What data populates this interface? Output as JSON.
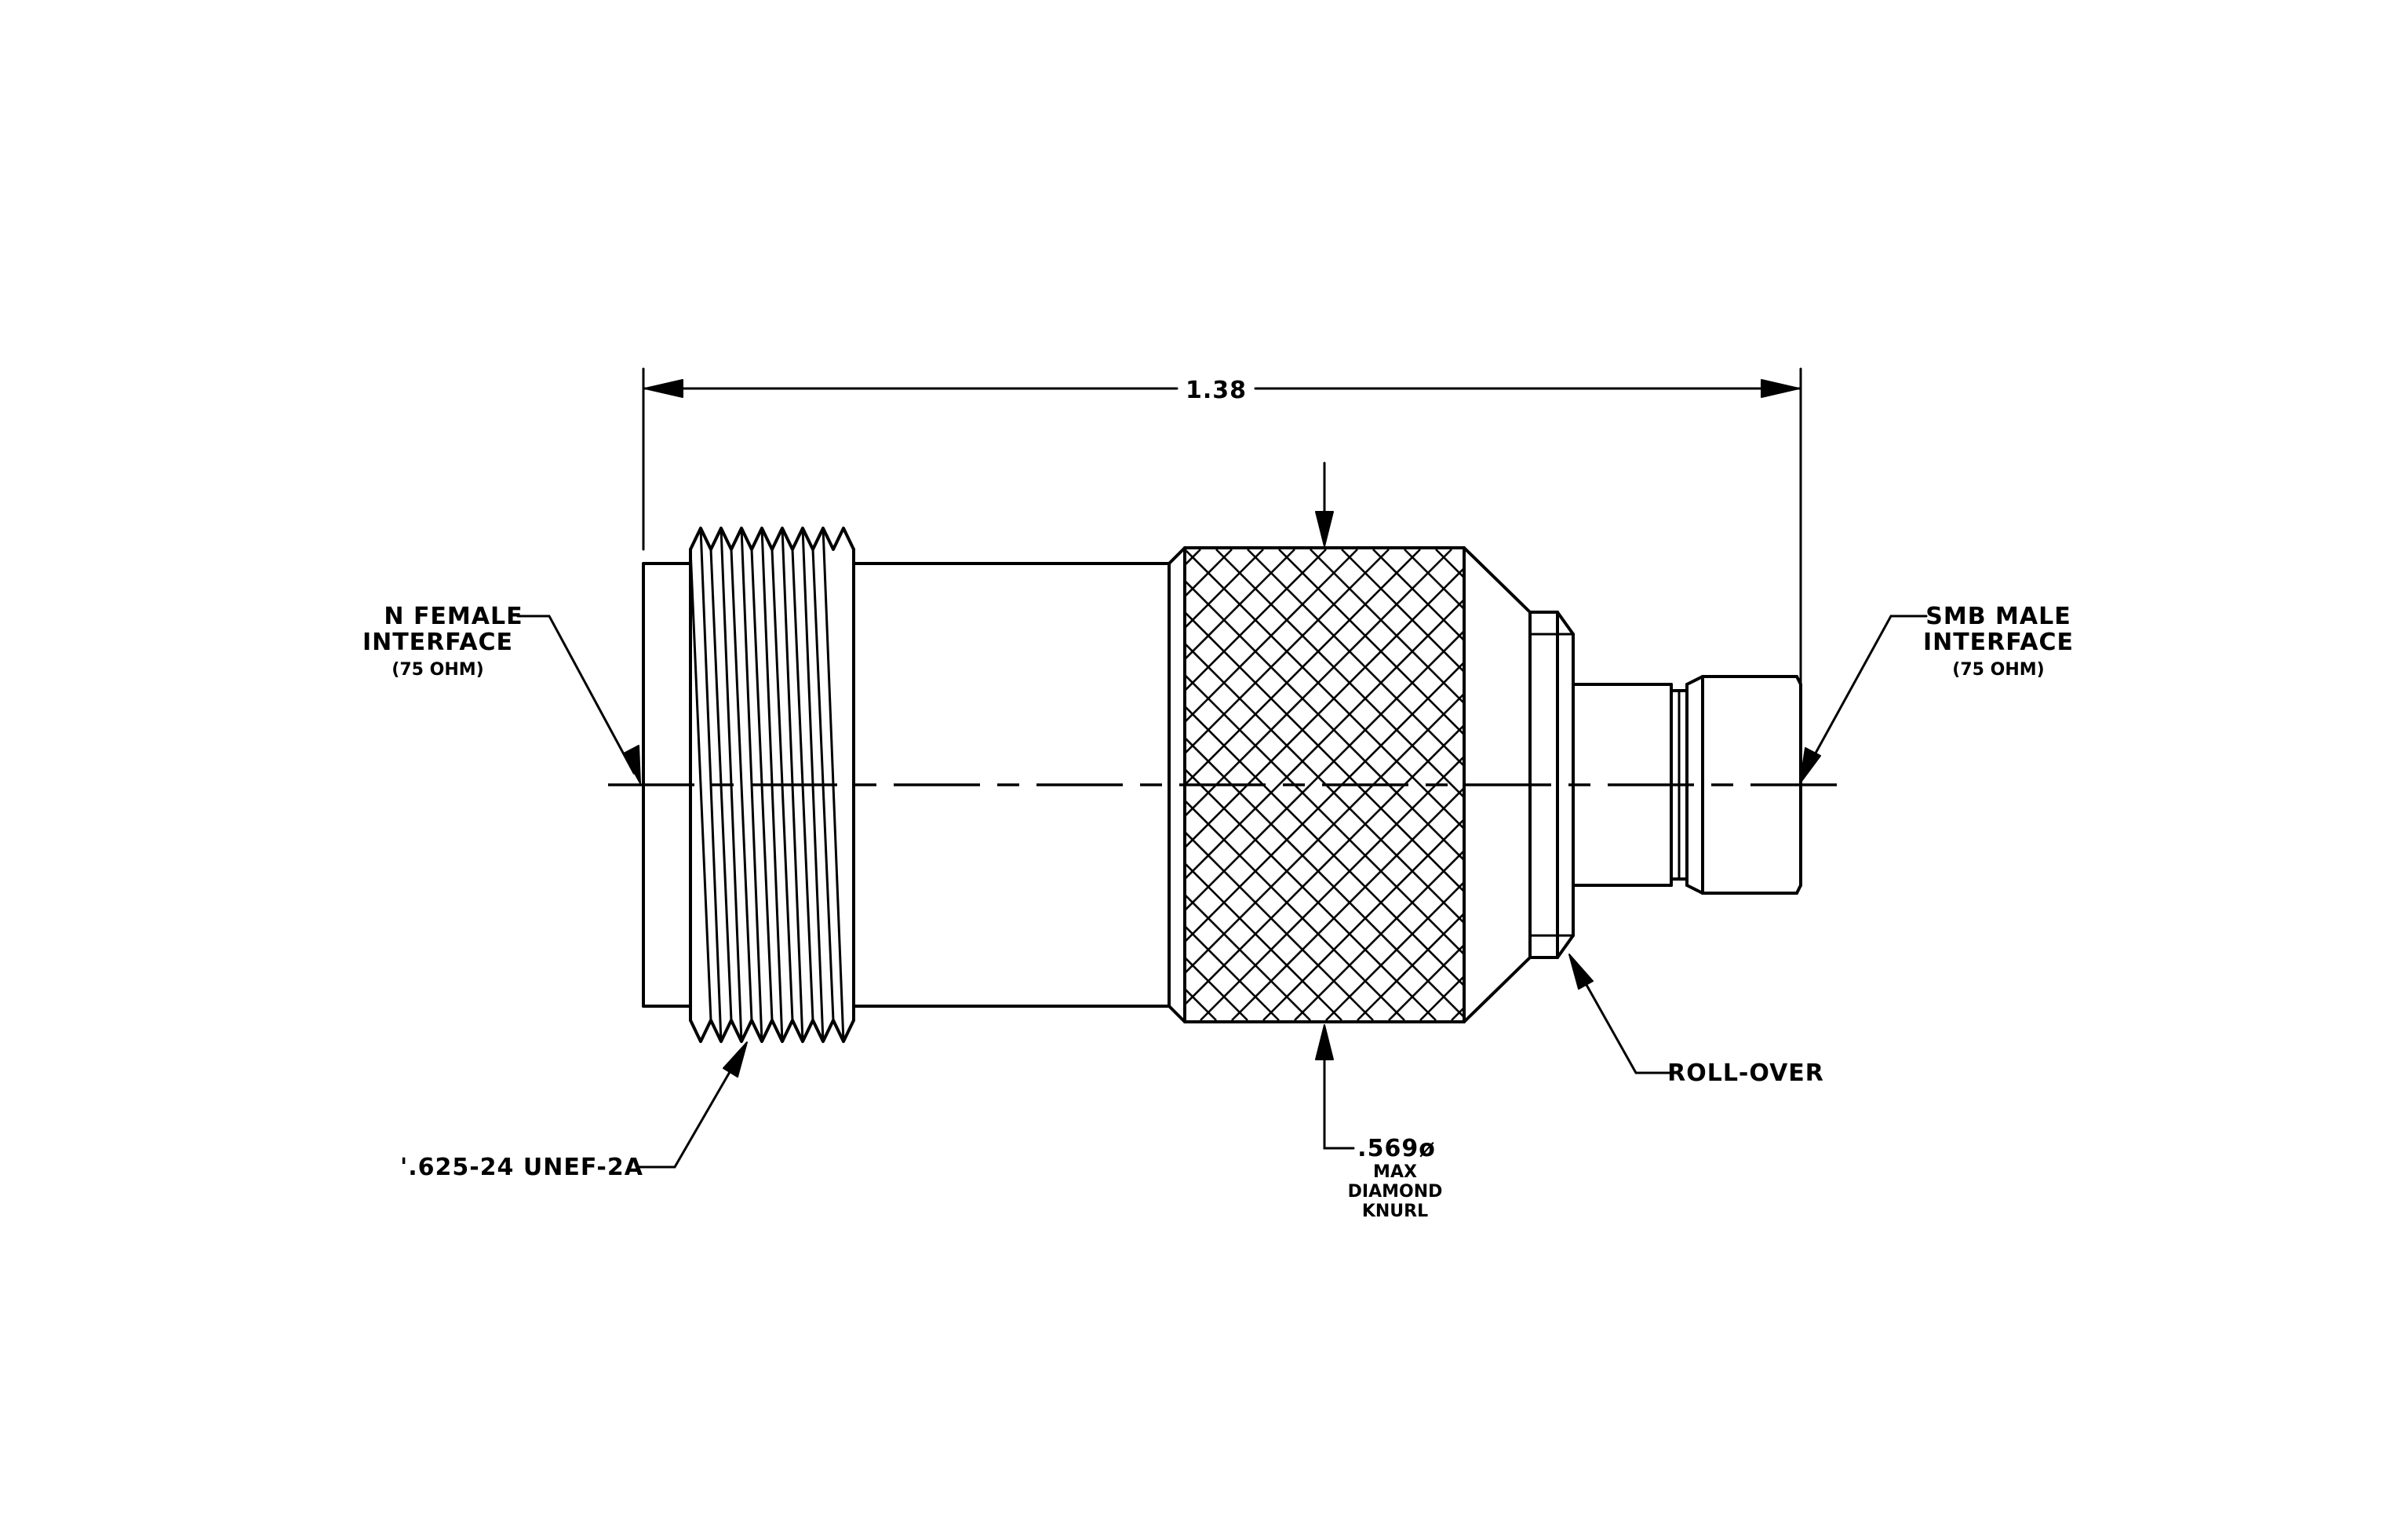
{
  "dimensions": {
    "overall_length": "1.38"
  },
  "callouts": {
    "n_female": {
      "line1": "N FEMALE",
      "line2": "INTERFACE",
      "line3": "(75 OHM)"
    },
    "smb_male": {
      "line1": "SMB MALE",
      "line2": "INTERFACE",
      "line3": "(75 OHM)"
    },
    "thread": "'.625-24 UNEF-2A",
    "rollover": "ROLL-OVER",
    "knurl": {
      "line1": ".569ø",
      "line2": "MAX",
      "line3": "DIAMOND",
      "line4": "KNURL"
    }
  }
}
